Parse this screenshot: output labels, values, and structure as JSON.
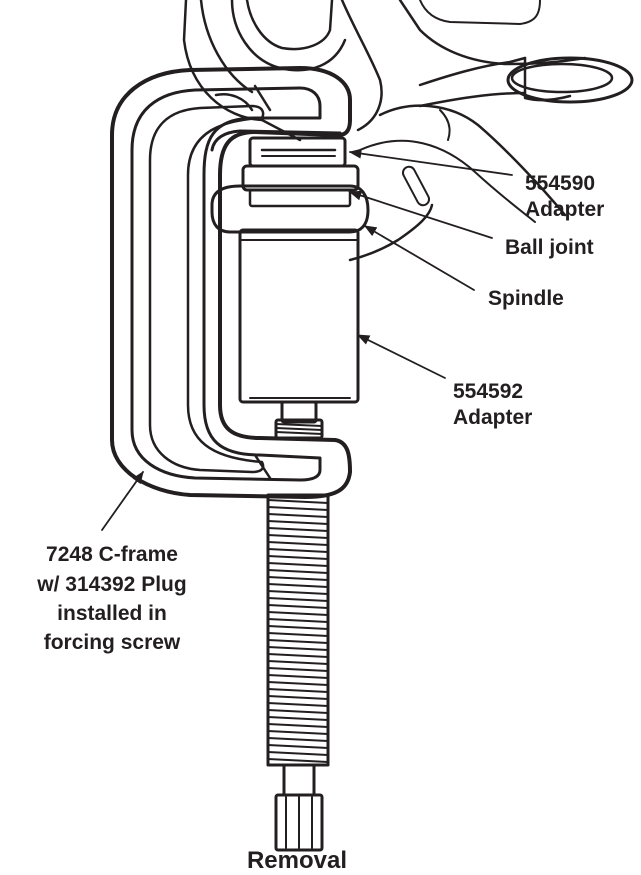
{
  "callouts": {
    "adapter_554590": {
      "line1": "554590",
      "line2": "Adapter"
    },
    "ball_joint": "Ball joint",
    "spindle": "Spindle",
    "adapter_554592": {
      "line1": "554592",
      "line2": "Adapter"
    },
    "c_frame": {
      "line1": "7248 C-frame",
      "line2": "w/ 314392 Plug",
      "line3": "installed in",
      "line4": "forcing screw"
    }
  },
  "caption": "Removal"
}
